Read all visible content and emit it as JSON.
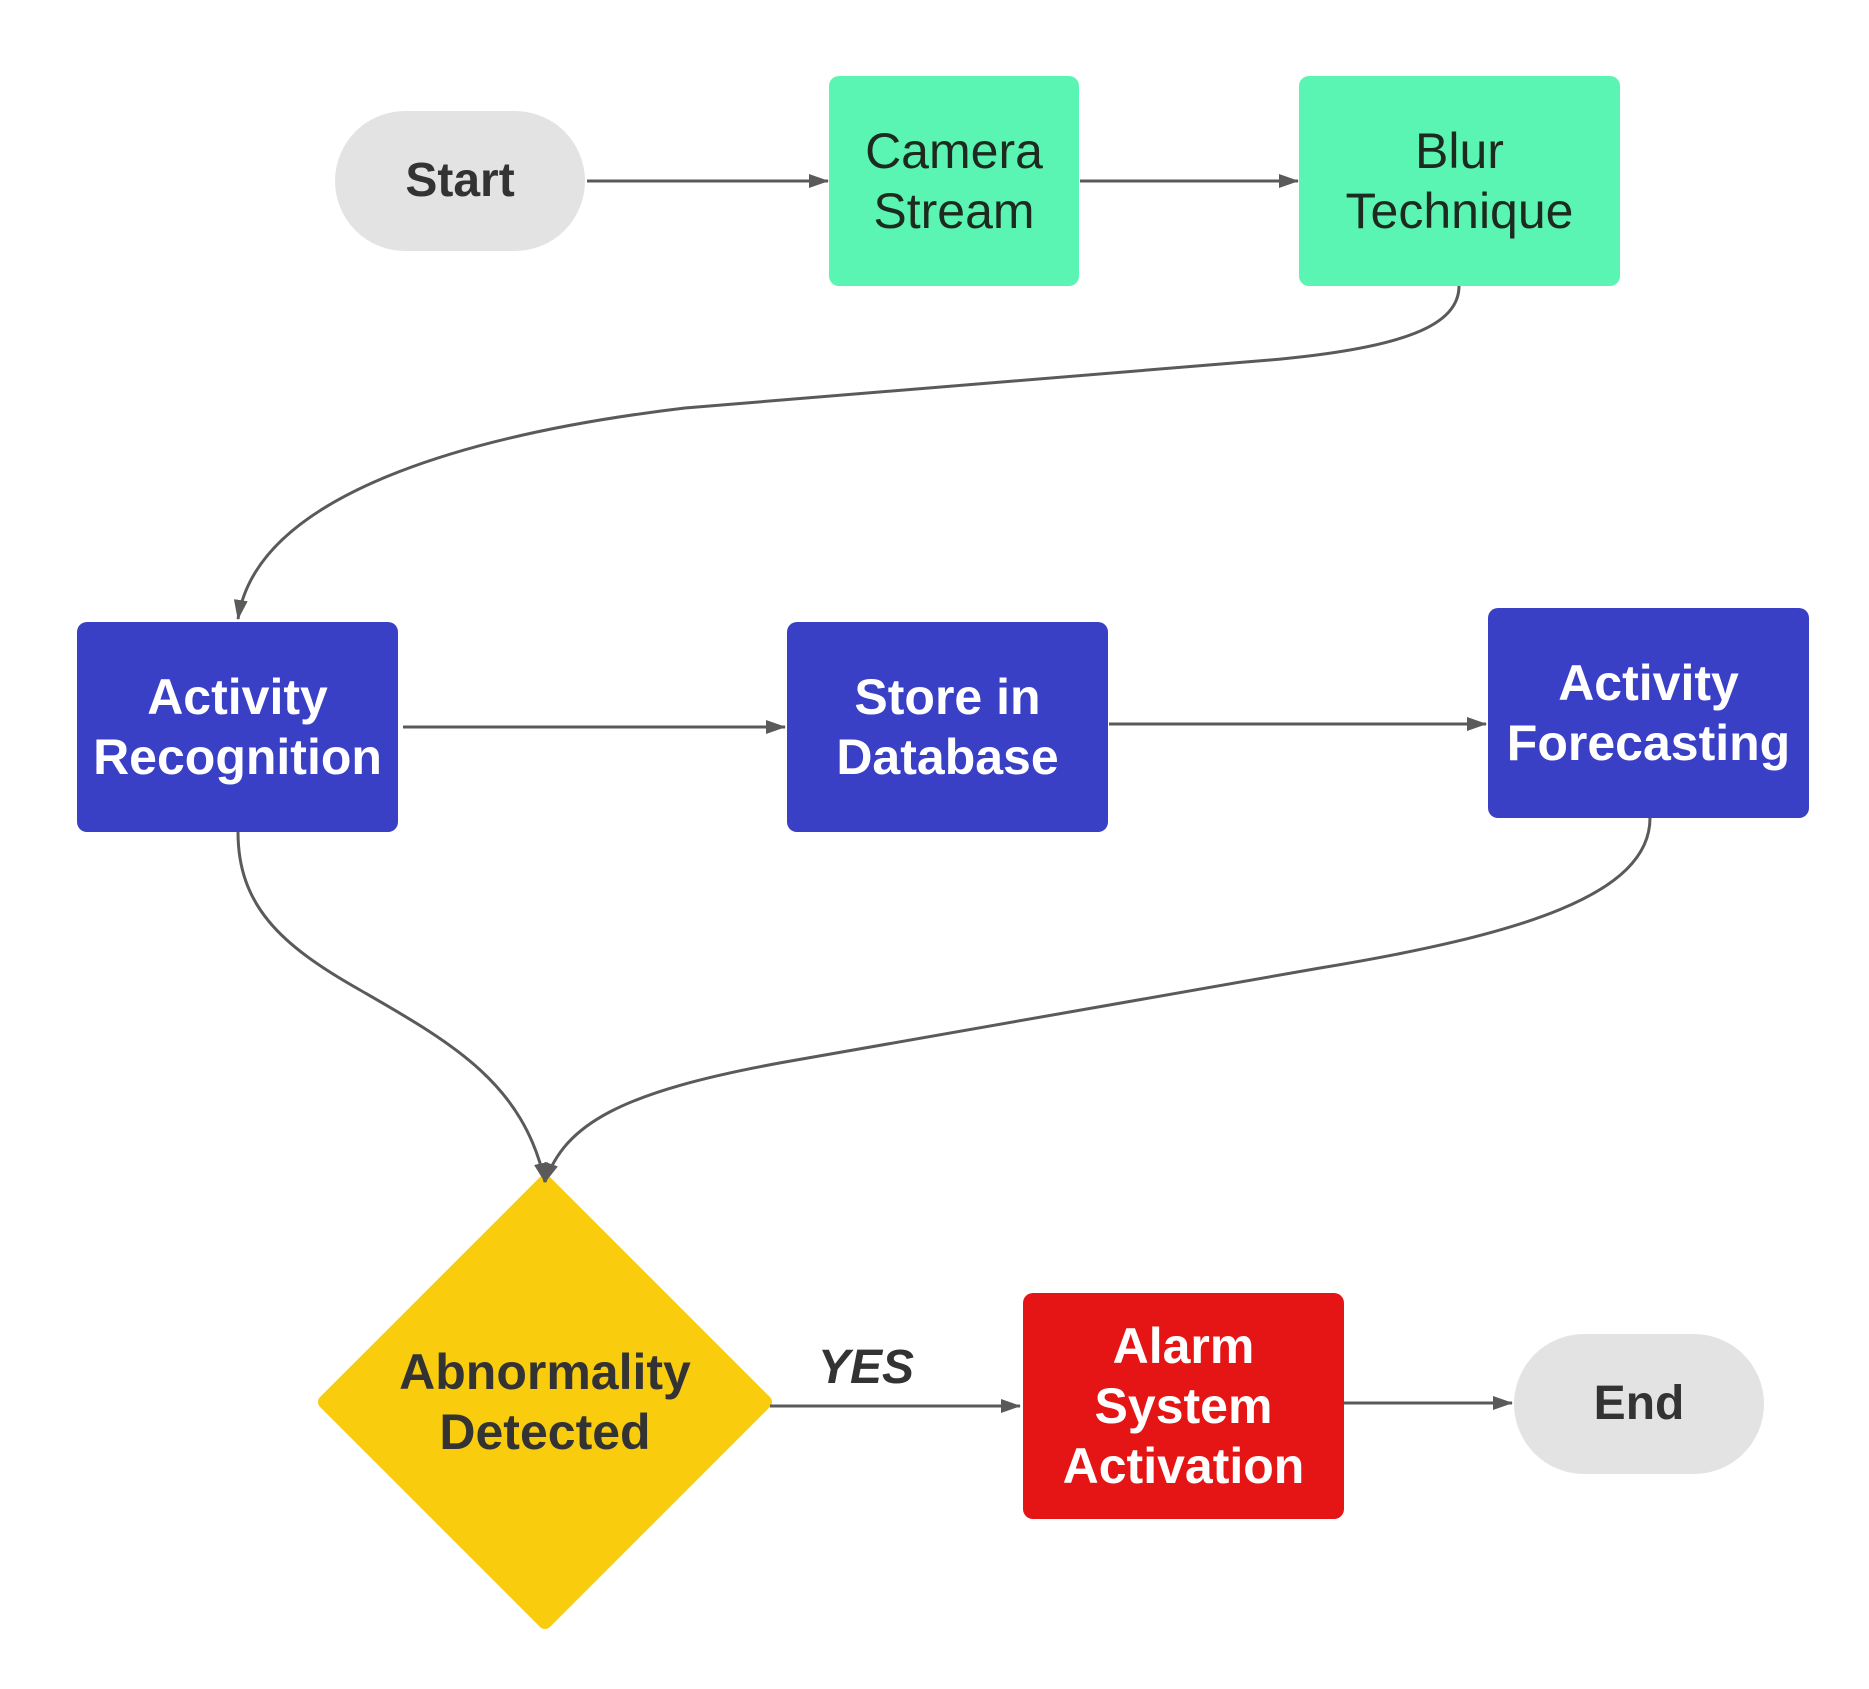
{
  "nodes": {
    "start": {
      "label": "Start",
      "color": "#e3e3e3"
    },
    "camera_stream": {
      "line1": "Camera",
      "line2": "Stream",
      "color": "#5af5b2"
    },
    "blur_technique": {
      "line1": "Blur",
      "line2": "Technique",
      "color": "#5af5b2"
    },
    "activity_recognition": {
      "line1": "Activity",
      "line2": "Recognition",
      "color": "#3a40c6"
    },
    "store_in_database": {
      "line1": "Store in",
      "line2": "Database",
      "color": "#3a40c6"
    },
    "activity_forecasting": {
      "line1": "Activity",
      "line2": "Forecasting",
      "color": "#3a40c6"
    },
    "abnormality_detected": {
      "line1": "Abnormality",
      "line2": "Detected",
      "color": "#f9cd0e"
    },
    "alarm_system_activation": {
      "line1": "Alarm",
      "line2": "System",
      "line3": "Activation",
      "color": "#e51515"
    },
    "end": {
      "label": "End",
      "color": "#e3e3e3"
    }
  },
  "edges": {
    "yes_label": "YES",
    "line_color": "#5a5a5a"
  }
}
